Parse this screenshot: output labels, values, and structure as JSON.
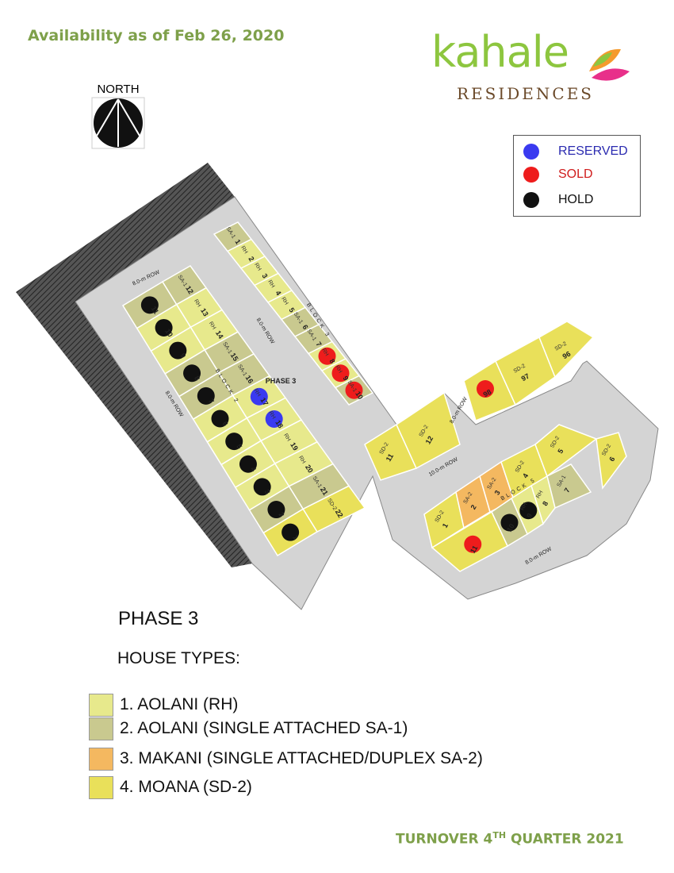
{
  "header": {
    "availability": "Availability as of Feb 26, 2020"
  },
  "logo": {
    "word": "kahale",
    "sub": "RESIDENCES"
  },
  "north": {
    "label": "NORTH"
  },
  "status_legend": [
    {
      "label": "RESERVED",
      "color": "#3a3af0",
      "text_color": "#2b2bb0"
    },
    {
      "label": "SOLD",
      "color": "#ee1c1c",
      "text_color": "#d01c1c"
    },
    {
      "label": "HOLD",
      "color": "#111111",
      "text_color": "#111111"
    }
  ],
  "colors": {
    "rh": "#e7e98c",
    "sa1": "#c9c98f",
    "sa2": "#f4b860",
    "sd2": "#e9e05a",
    "road": "#d4d4d4",
    "hatch": "#333333"
  },
  "map": {
    "phase_label": "PHASE 3",
    "rows": [
      "8.0-m ROW",
      "8.0-m ROW",
      "8.0-m ROW",
      "8.0-m ROW",
      "10.0-m ROW",
      "8.0-m ROW"
    ],
    "blocks": [
      "BLOCK 2",
      "BLOCK 3",
      "BLOCK 5"
    ],
    "block3_lots": [
      {
        "n": "1",
        "t": "SA-1",
        "k": "sa1"
      },
      {
        "n": "2",
        "t": "RH",
        "k": "rh"
      },
      {
        "n": "3",
        "t": "RH",
        "k": "rh"
      },
      {
        "n": "4",
        "t": "RH",
        "k": "rh"
      },
      {
        "n": "5",
        "t": "RH",
        "k": "rh"
      },
      {
        "n": "6",
        "t": "SA-1",
        "k": "sa1"
      },
      {
        "n": "7",
        "t": "SA-1",
        "k": "sa1"
      },
      {
        "n": "8",
        "t": "RH",
        "k": "rh",
        "status": "sold"
      },
      {
        "n": "9",
        "t": "RH",
        "k": "rh",
        "status": "sold"
      },
      {
        "n": "10",
        "t": "SA-1",
        "k": "sa1",
        "status": "sold"
      },
      {
        "n": "11",
        "t": "SD-2",
        "k": "sd2"
      },
      {
        "n": "12",
        "t": "SD-2",
        "k": "sd2"
      }
    ],
    "block2_lots": [
      {
        "n": "11",
        "t": "",
        "k": "sa1",
        "status": "hold"
      },
      {
        "n": "12",
        "t": "SA-1",
        "k": "sa1"
      },
      {
        "n": "10",
        "t": "",
        "k": "rh",
        "status": "hold"
      },
      {
        "n": "13",
        "t": "RH",
        "k": "rh"
      },
      {
        "n": "9",
        "t": "",
        "k": "rh",
        "status": "hold"
      },
      {
        "n": "14",
        "t": "RH",
        "k": "rh"
      },
      {
        "n": "8",
        "t": "",
        "k": "sa1",
        "status": "hold"
      },
      {
        "n": "15",
        "t": "SA-1",
        "k": "sa1"
      },
      {
        "n": "7",
        "t": "",
        "k": "sa1",
        "status": "hold"
      },
      {
        "n": "16",
        "t": "SA-1",
        "k": "sa1"
      },
      {
        "n": "6",
        "t": "",
        "k": "rh",
        "status": "hold"
      },
      {
        "n": "17",
        "t": "RH",
        "k": "rh",
        "status": "reserved"
      },
      {
        "n": "5",
        "t": "",
        "k": "rh",
        "status": "hold"
      },
      {
        "n": "18",
        "t": "RH",
        "k": "rh",
        "status": "reserved"
      },
      {
        "n": "4",
        "t": "",
        "k": "rh",
        "status": "hold"
      },
      {
        "n": "19",
        "t": "RH",
        "k": "rh"
      },
      {
        "n": "3",
        "t": "",
        "k": "rh",
        "status": "hold"
      },
      {
        "n": "20",
        "t": "RH",
        "k": "rh"
      },
      {
        "n": "2",
        "t": "",
        "k": "sa1",
        "status": "hold"
      },
      {
        "n": "21",
        "t": "SA-1",
        "k": "sa1"
      },
      {
        "n": "1",
        "t": "",
        "k": "sd2",
        "status": "hold"
      },
      {
        "n": "22",
        "t": "SD-2",
        "k": "sd2"
      }
    ],
    "block4_lots": [
      {
        "n": "98",
        "t": "",
        "k": "sd2",
        "status": "sold"
      },
      {
        "n": "97",
        "t": "SD-2",
        "k": "sd2"
      },
      {
        "n": "96",
        "t": "SD-2",
        "k": "sd2"
      }
    ],
    "block5_lots": [
      {
        "n": "1",
        "t": "SD-2",
        "k": "sd2"
      },
      {
        "n": "2",
        "t": "SA-2",
        "k": "sa2"
      },
      {
        "n": "3",
        "t": "SA-2",
        "k": "sa2"
      },
      {
        "n": "4",
        "t": "SD-2",
        "k": "sd2"
      },
      {
        "n": "5",
        "t": "SD-2",
        "k": "sd2"
      },
      {
        "n": "6",
        "t": "SD-2",
        "k": "sd2"
      },
      {
        "n": "7",
        "t": "SA-1",
        "k": "sa1"
      },
      {
        "n": "8",
        "t": "RH",
        "k": "rh"
      },
      {
        "n": "9",
        "t": "RH",
        "k": "rh",
        "status": "hold"
      },
      {
        "n": "10",
        "t": "",
        "k": "sa1",
        "status": "hold"
      },
      {
        "n": "11",
        "t": "",
        "k": "sd2",
        "status": "sold"
      }
    ]
  },
  "phase_heading": "PHASE 3",
  "house_types_heading": "HOUSE TYPES:",
  "house_types": [
    {
      "label": "1. AOLANI (RH)",
      "color": "#e7e98c"
    },
    {
      "label": "2. AOLANI (SINGLE ATTACHED SA-1)",
      "color": "#c9c98f"
    },
    {
      "label": "3. MAKANI (SINGLE ATTACHED/DUPLEX SA-2)",
      "color": "#f4b860"
    },
    {
      "label": "4. MOANA (SD-2)",
      "color": "#e9e05a"
    }
  ],
  "footer": {
    "turnover_pre": "TURNOVER 4",
    "turnover_sup": "TH",
    "turnover_post": " QUARTER 2021"
  }
}
